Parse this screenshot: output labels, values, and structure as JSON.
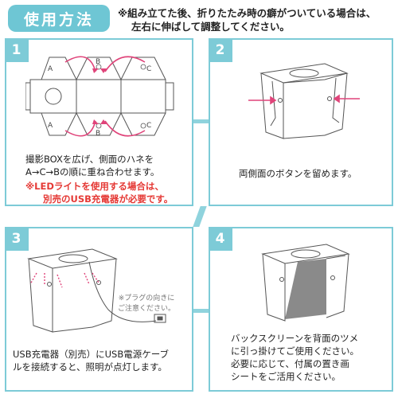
{
  "header": {
    "title": "使用方法",
    "note_line1": "※組み立てた後、折りたたみ時の癖がついている場合は、",
    "note_line2": "左右に伸ばして調整してください。"
  },
  "steps": [
    {
      "number": "1",
      "fold_labels": [
        "A",
        "B",
        "C",
        "A",
        "B",
        "C"
      ],
      "caption_line1": "撮影BOXを広げ、側面のハネを",
      "caption_line2": "A→C→Bの順に重ね合わせます。",
      "warning_line1": "※LEDライトを使用する場合は、",
      "warning_line2": "別売のUSB充電器が必要です。"
    },
    {
      "number": "2",
      "caption_line1": "両側面のボタンを留めます。"
    },
    {
      "number": "3",
      "plug_note_line1": "※プラグの向きに",
      "plug_note_line2": "ご注意ください。",
      "caption_line1": "USB充電器（別売）にUSB電源ケーブ",
      "caption_line2": "ルを接続すると、照明が点灯します。"
    },
    {
      "number": "4",
      "caption_line1": "バックスクリーンを背面のツメ",
      "caption_line2": "に引っ掛けてご使用ください。",
      "caption_line3": "必要に応じて、付属の置き画",
      "caption_line4": "シートをご活用ください。"
    }
  ],
  "colors": {
    "accent": "#7dcbd7",
    "arrow": "#e0447a",
    "warning": "#e53935",
    "backscreen": "#8a8a8a"
  }
}
